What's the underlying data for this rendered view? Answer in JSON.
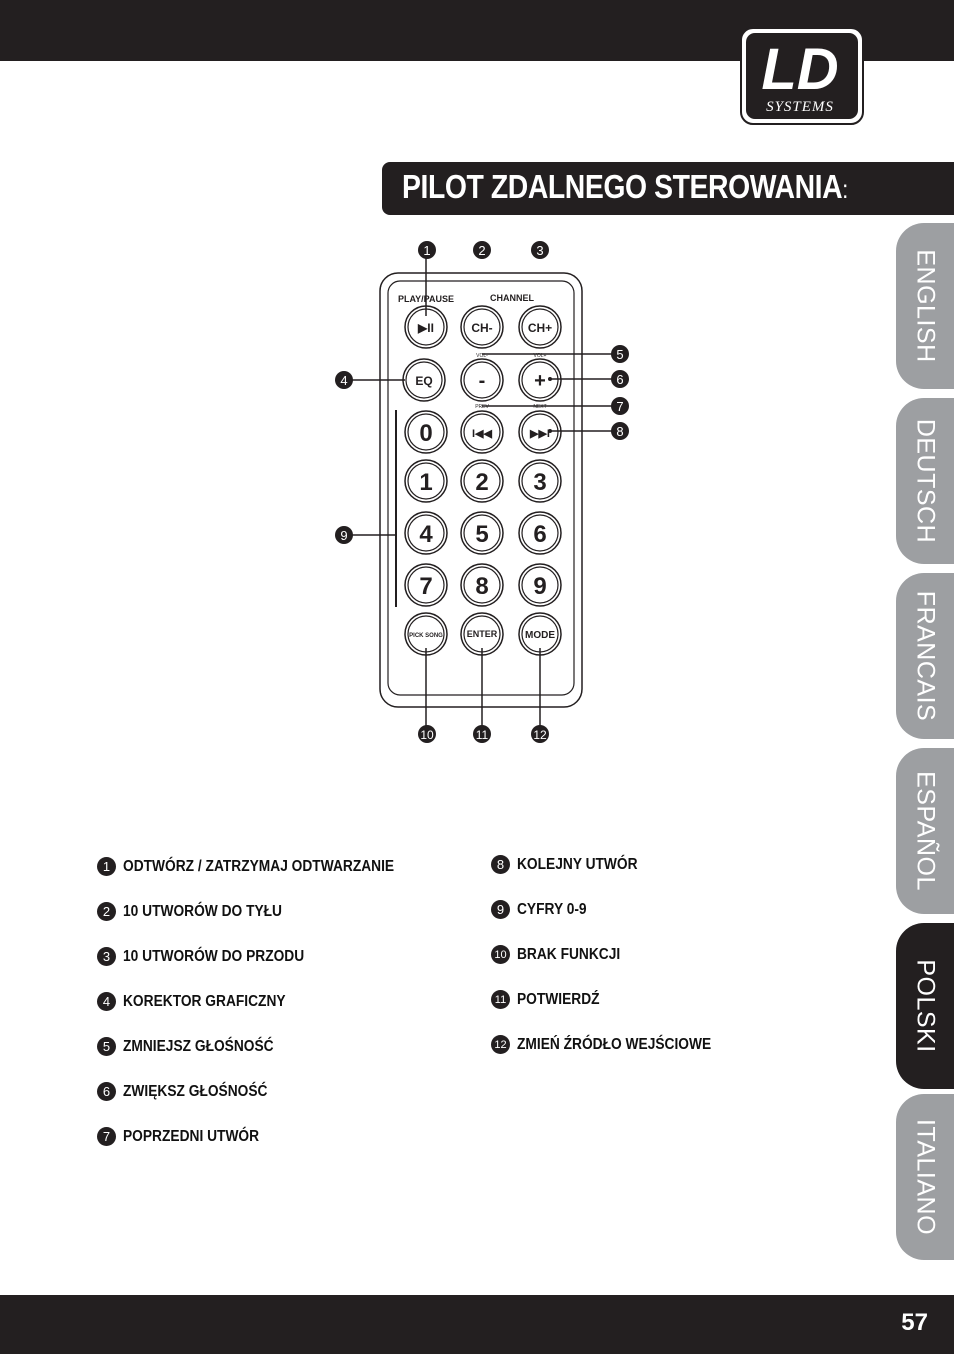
{
  "header": {
    "logo_main": "LD",
    "logo_sub": "SYSTEMS",
    "title": "PILOT ZDALNEGO STEROWANIA",
    "title_suffix": ":"
  },
  "language_tabs": [
    {
      "label": "ENGLISH",
      "active": false
    },
    {
      "label": "DEUTSCH",
      "active": false
    },
    {
      "label": "FRANCAIS",
      "active": false
    },
    {
      "label": "ESPAÑOL",
      "active": false
    },
    {
      "label": "POLSKI",
      "active": true
    },
    {
      "label": "ITALIANO",
      "active": false
    }
  ],
  "remote": {
    "group_labels": {
      "play_pause": "PLAY/PAUSE",
      "channel": "CHANNEL",
      "vol_minus": "VOL-",
      "vol_plus": "VOL+",
      "prev": "PREV",
      "next": "NEXT"
    },
    "buttons": {
      "play_pause": "▶II",
      "ch_minus": "CH-",
      "ch_plus": "CH+",
      "eq": "EQ",
      "vol_minus": "-",
      "vol_plus": "+",
      "prev": "I◀◀",
      "next": "▶▶I",
      "digits": [
        "0",
        "1",
        "2",
        "3",
        "4",
        "5",
        "6",
        "7",
        "8",
        "9"
      ],
      "pick_song": "PICK SONG",
      "enter": "ENTER",
      "mode": "MODE"
    },
    "callouts": [
      "1",
      "2",
      "3",
      "4",
      "5",
      "6",
      "7",
      "8",
      "9",
      "10",
      "11",
      "12"
    ]
  },
  "legend": [
    {
      "num": "1",
      "text": "ODTWÓRZ / ZATRZYMAJ ODTWARZANIE"
    },
    {
      "num": "2",
      "text": "10 UTWORÓW DO TYŁU"
    },
    {
      "num": "3",
      "text": "10 UTWORÓW DO PRZODU"
    },
    {
      "num": "4",
      "text": "KOREKTOR GRAFICZNY"
    },
    {
      "num": "5",
      "text": "ZMNIEJSZ GŁOŚNOŚĆ"
    },
    {
      "num": "6",
      "text": "ZWIĘKSZ GŁOŚNOŚĆ"
    },
    {
      "num": "7",
      "text": "POPRZEDNI UTWÓR"
    },
    {
      "num": "8",
      "text": "KOLEJNY UTWÓR"
    },
    {
      "num": "9",
      "text": "CYFRY 0-9"
    },
    {
      "num": "10",
      "text": "BRAK FUNKCJI"
    },
    {
      "num": "11",
      "text": "POTWIERDŹ"
    },
    {
      "num": "12",
      "text": "ZMIEŃ ŹRÓDŁO WEJŚCIOWE"
    }
  ],
  "footer": {
    "page_number": "57"
  }
}
